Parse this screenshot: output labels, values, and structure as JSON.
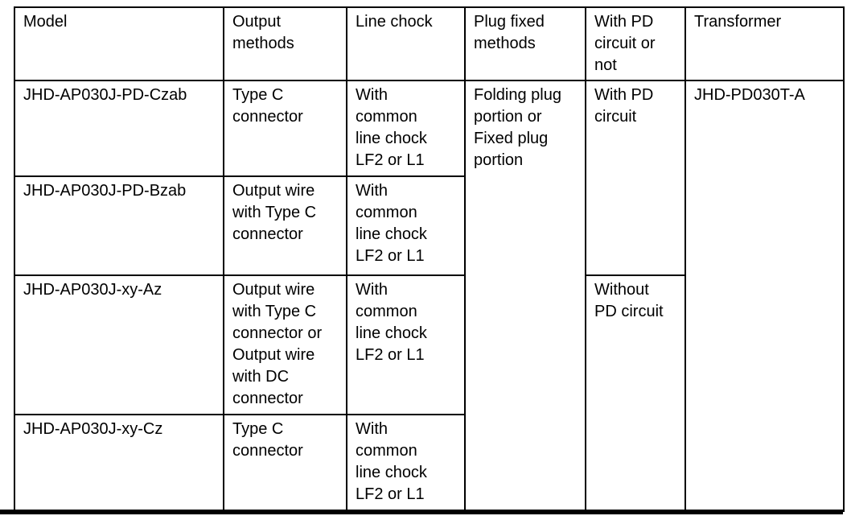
{
  "table": {
    "headers": [
      "Model",
      "Output\nmethods",
      "Line chock",
      "Plug fixed\nmethods",
      "With PD\ncircuit or\nnot",
      "Transformer"
    ],
    "rows": [
      {
        "model": "JHD-AP030J-PD-Czab",
        "output": "Type C\nconnector",
        "line_chock": "With\ncommon\nline chock\nLF2 or L1"
      },
      {
        "model": "JHD-AP030J-PD-Bzab",
        "output": "Output wire\nwith Type C\nconnector",
        "line_chock": "With\ncommon\nline chock\nLF2 or L1"
      },
      {
        "model": "JHD-AP030J-xy-Az",
        "output": "Output wire\nwith Type C\nconnector or\nOutput wire\nwith DC\nconnector",
        "line_chock": "With\ncommon\nline chock\nLF2 or L1"
      },
      {
        "model": "JHD-AP030J-xy-Cz",
        "output": "Type C\nconnector",
        "line_chock": "With\ncommon\nline chock\nLF2 or L1"
      }
    ],
    "plug_fixed_methods": "Folding plug\nportion or\nFixed plug\nportion",
    "pd_with": "With PD\ncircuit",
    "pd_without": "Without\nPD circuit",
    "transformer": "JHD-PD030T-A"
  },
  "colors": {
    "border": "#000000",
    "text": "#000000",
    "background": "#ffffff"
  }
}
